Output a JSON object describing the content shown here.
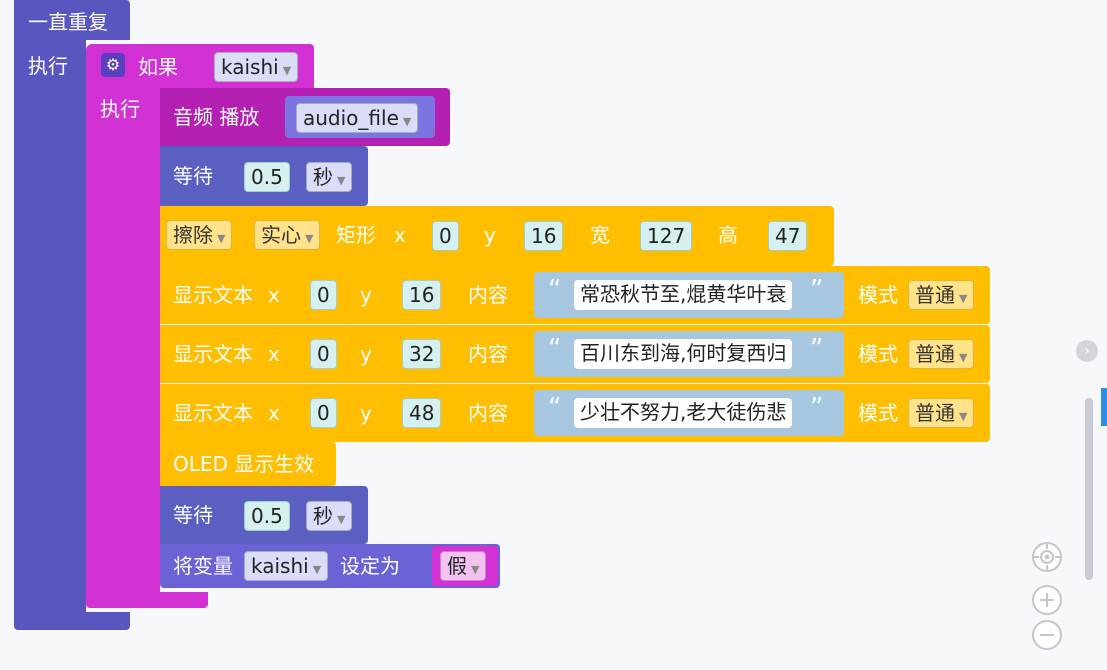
{
  "colors": {
    "loop": "#5a56c0",
    "if": "#d231d4",
    "audio": "#b420b1",
    "wait": "#5b5fc2",
    "oled": "#ffbf00",
    "variable": "#6b62d6"
  },
  "loop_block": {
    "title": "一直重复",
    "do_label": "执行"
  },
  "if_block": {
    "label": "如果",
    "condition": "kaishi",
    "do_label": "执行"
  },
  "audio_block": {
    "label": "音频 播放",
    "file": "audio_file"
  },
  "wait_1": {
    "label": "等待",
    "value": "0.5",
    "unit": "秒"
  },
  "rect_block": {
    "mode": "擦除",
    "fill": "实心",
    "label": "矩形",
    "x_label": "x",
    "x": "0",
    "y_label": "y",
    "y": "16",
    "w_label": "宽",
    "w": "127",
    "h_label": "高",
    "h": "47"
  },
  "text_blocks": [
    {
      "label": "显示文本",
      "x_label": "x",
      "x": "0",
      "y_label": "y",
      "y": "16",
      "content_label": "内容",
      "open_quote": "“",
      "text": "常恐秋节至,焜黄华叶衰",
      "close_quote": "”",
      "mode_label": "模式",
      "mode": "普通"
    },
    {
      "label": "显示文本",
      "x_label": "x",
      "x": "0",
      "y_label": "y",
      "y": "32",
      "content_label": "内容",
      "open_quote": "“",
      "text": "百川东到海,何时复西归",
      "close_quote": "”",
      "mode_label": "模式",
      "mode": "普通"
    },
    {
      "label": "显示文本",
      "x_label": "x",
      "x": "0",
      "y_label": "y",
      "y": "48",
      "content_label": "内容",
      "open_quote": "“",
      "text": "少壮不努力,老大徒伤悲",
      "close_quote": "”",
      "mode_label": "模式",
      "mode": "普通"
    }
  ],
  "oled_show": {
    "label": "OLED 显示生效"
  },
  "wait_2": {
    "label": "等待",
    "value": "0.5",
    "unit": "秒"
  },
  "set_var": {
    "label": "将变量",
    "var": "kaishi",
    "to_label": "设定为",
    "value": "假"
  },
  "icons": [
    "gear-icon",
    "chevron-right-icon",
    "crosshair-icon",
    "zoom-in-icon",
    "zoom-out-icon"
  ]
}
